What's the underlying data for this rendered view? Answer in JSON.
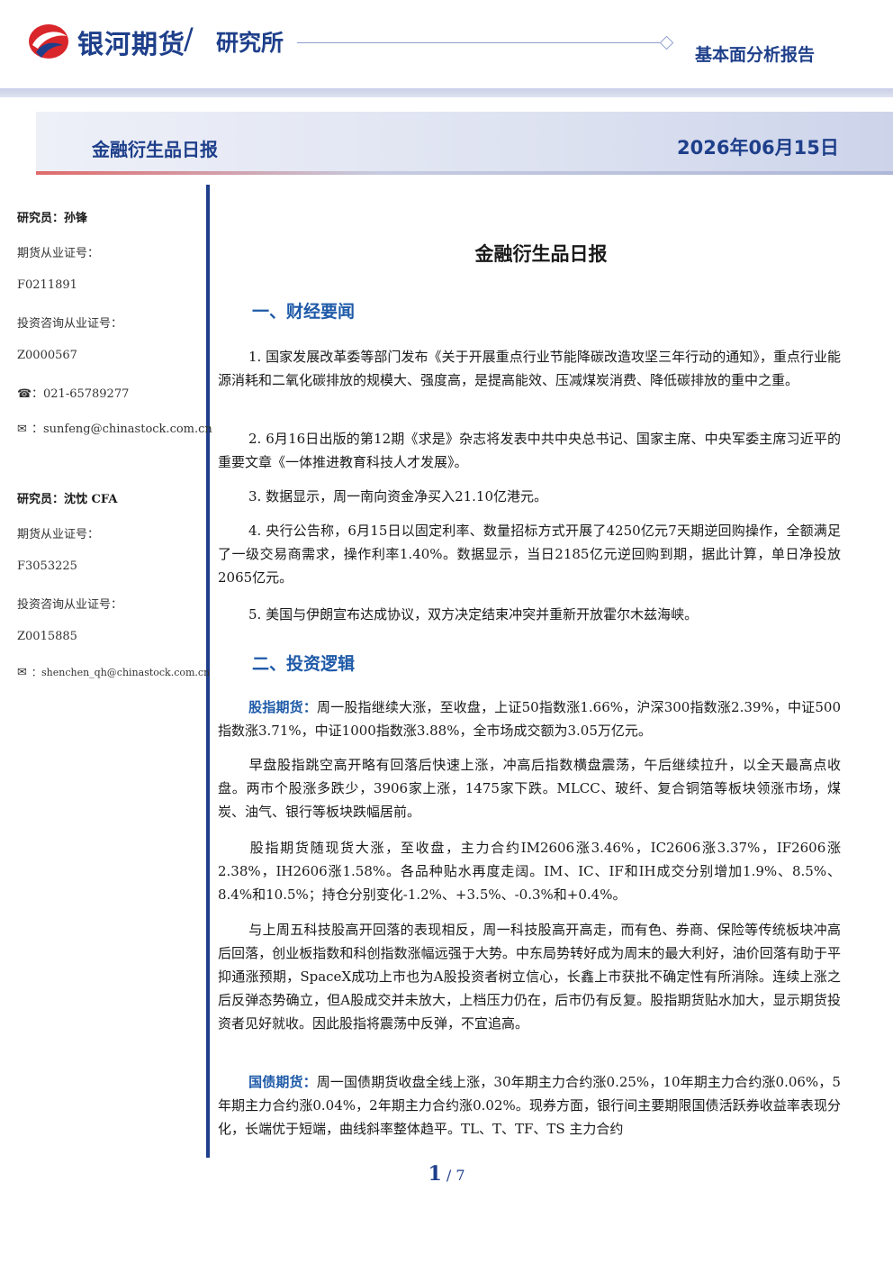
{
  "header": {
    "brand": "银河期货",
    "slash": "/",
    "sub": "研究所",
    "report_type": "基本面分析报告"
  },
  "title_bar": {
    "left": "金融衍生品日报",
    "date": "2026年06月15日"
  },
  "sidebar": {
    "researcher1": {
      "name": "研究员：孙锋",
      "license_label": "期货从业证号：",
      "license": "F0211891",
      "consult_label": "投资咨询从业证号：",
      "consult": "Z0000567",
      "phone": "：021-65789277",
      "email": "：sunfeng@chinastock.com.cn"
    },
    "researcher2": {
      "name": "研究员：沈忱 CFA",
      "license_label": "期货从业证号：",
      "license": "F3053225",
      "consult_label": "投资咨询从业证号：",
      "consult": "Z0015885",
      "email": "：shenchen_qh@chinastock.com.cn"
    }
  },
  "doc": {
    "title": "金融衍生品日报",
    "section1": "一、财经要闻",
    "news1": "1. 国家发展改革委等部门发布《关于开展重点行业节能降碳改造攻坚三年行动的通知》，重点行业能源消耗和二氧化碳排放的规模大、强度高，是提高能效、压减煤炭消费、降低碳排放的重中之重。",
    "news2": "2. 6月16日出版的第12期《求是》杂志将发表中共中央总书记、国家主席、中央军委主席习近平的重要文章《一体推进教育科技人才发展》。",
    "news3": "3. 数据显示，周一南向资金净买入21.10亿港元。",
    "news4": "4. 央行公告称，6月15日以固定利率、数量招标方式开展了4250亿元7天期逆回购操作，全额满足了一级交易商需求，操作利率1.40%。数据显示，当日2185亿元逆回购到期，据此计算，单日净投放2065亿元。",
    "news5": "5. 美国与伊朗宣布达成协议，双方决定结束冲突并重新开放霍尔木兹海峡。",
    "section2": "二、投资逻辑",
    "stock_kw": "股指期货：",
    "stock_p1": "周一股指继续大涨，至收盘，上证50指数涨1.66%，沪深300指数涨2.39%，中证500指数涨3.71%，中证1000指数涨3.88%，全市场成交额为3.05万亿元。",
    "stock_p2": "早盘股指跳空高开略有回落后快速上涨，冲高后指数横盘震荡，午后继续拉升，以全天最高点收盘。两市个股涨多跌少，3906家上涨，1475家下跌。MLCC、玻纤、复合铜箔等板块领涨市场，煤炭、油气、银行等板块跌幅居前。",
    "stock_p3": "股指期货随现货大涨，至收盘，主力合约IM2606涨3.46%，IC2606涨3.37%，IF2606涨2.38%，IH2606涨1.58%。各品种贴水再度走阔。IM、IC、IF和IH成交分别增加1.9%、8.5%、8.4%和10.5%；持仓分别变化-1.2%、+3.5%、-0.3%和+0.4%。",
    "stock_p4": "与上周五科技股高开回落的表现相反，周一科技股高开高走，而有色、券商、保险等传统板块冲高后回落，创业板指数和科创指数涨幅远强于大势。中东局势转好成为周末的最大利好，油价回落有助于平抑通涨预期，SpaceX成功上市也为A股投资者树立信心，长鑫上市获批不确定性有所消除。连续上涨之后反弹态势确立，但A股成交并未放大，上档压力仍在，后市仍有反复。股指期货贴水加大，显示期货投资者见好就收。因此股指将震荡中反弹，不宜追高。",
    "bond_kw": "国债期货：",
    "bond_p1": "周一国债期货收盘全线上涨，30年期主力合约涨0.25%，10年期主力合约涨0.06%，5年期主力合约涨0.04%，2年期主力合约涨0.02%。现券方面，银行间主要期限国债活跃券收益率表现分化，长端优于短端，曲线斜率整体趋平。TL、T、TF、TS 主力合约"
  },
  "footer": {
    "page": "1",
    "sep": "/",
    "total": "7"
  }
}
